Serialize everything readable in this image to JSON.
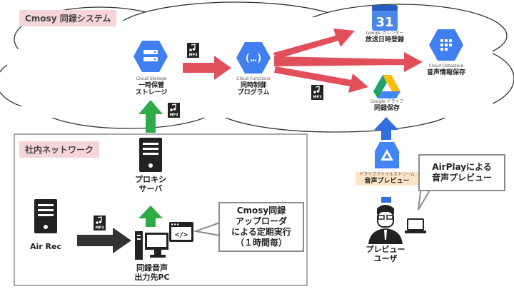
{
  "regions": {
    "cloud_label": "Cmosy 同録システム",
    "network_label": "社内ネットワーク"
  },
  "nodes": {
    "cloud_storage": {
      "service": "Cloud Storege",
      "title": "一時保管\nストレージ"
    },
    "cloud_functions": {
      "service": "Cloud Functions",
      "title": "同時制御\nプログラム"
    },
    "google_calendar": {
      "service": "Google カレンダー",
      "title": "放送日時登録",
      "icon_text": "31"
    },
    "cloud_datastore": {
      "service": "Cloud Datastore",
      "title": "音声情報保存"
    },
    "google_drive": {
      "service": "Google ドライブ",
      "title": "同録保存"
    },
    "drive_file_stream": {
      "service": "ドライブファイルストリーム",
      "title": "音声プレビュー"
    },
    "proxy_server": {
      "title": "プロキシ\nサーバ"
    },
    "air_rec": {
      "title": "Air Rec"
    },
    "output_pc": {
      "title": "同録音声\n出力先PC"
    },
    "preview_user": {
      "title": "プレビュー\nユーザ"
    }
  },
  "callouts": {
    "uploader": "Cmosy同録\nアップローダ\nによる定期実行\n（１時間毎）",
    "airplay": "AirPlayによる\n音声プレビュー"
  },
  "file_badge": "MP3",
  "colors": {
    "red_arrow": "#e04f5a",
    "green_arrow": "#2faa48",
    "blue_arrow": "#2f6fe0",
    "gcp_blue": "#3f7ff0",
    "region_label_bg": "#f5d5d8"
  }
}
